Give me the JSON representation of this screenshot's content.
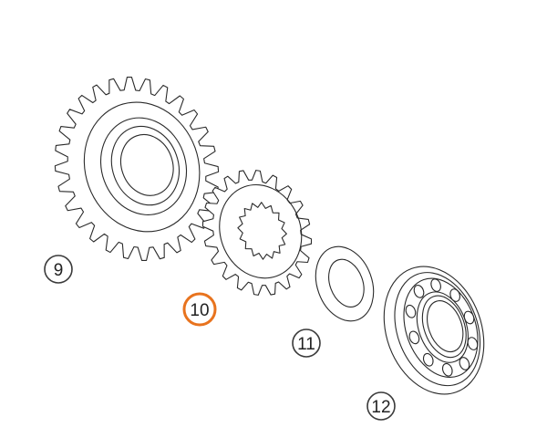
{
  "parts": [
    {
      "number": "9",
      "name": "gear-large"
    },
    {
      "number": "10",
      "name": "gear-small",
      "highlighted": true
    },
    {
      "number": "11",
      "name": "washer"
    },
    {
      "number": "12",
      "name": "ball-bearing"
    }
  ],
  "colors": {
    "highlight": "#e8731e",
    "line": "#2a2a2a",
    "background": "#ffffff"
  }
}
